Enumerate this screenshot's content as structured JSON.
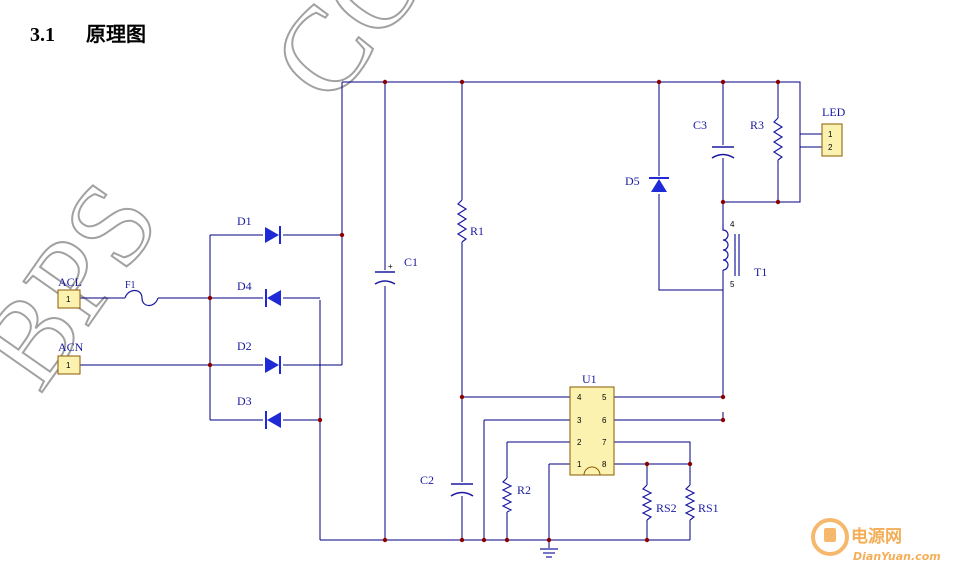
{
  "heading": {
    "number": "3.1",
    "title": "原理图"
  },
  "watermark": {
    "text1": "BPS",
    "text2": "CO"
  },
  "components": {
    "acl": "ACL",
    "acn": "ACN",
    "f1": "F1",
    "d1": "D1",
    "d2": "D2",
    "d3": "D3",
    "d4": "D4",
    "d5": "D5",
    "c1": "C1",
    "c2": "C2",
    "c3": "C3",
    "r1": "R1",
    "r2": "R2",
    "r3": "R3",
    "rs1": "RS1",
    "rs2": "RS2",
    "t1": "T1",
    "u1": "U1",
    "led": "LED"
  },
  "pins": {
    "connector": "1",
    "led": [
      "1",
      "2"
    ],
    "u1_left": [
      "4",
      "3",
      "2",
      "1"
    ],
    "u1_right": [
      "5",
      "6",
      "7",
      "8"
    ],
    "t1": [
      "4",
      "5"
    ],
    "c1_polarity": "+"
  },
  "logo": {
    "cn": "电源网",
    "url": "DianYuan.com"
  },
  "colors": {
    "wire": "#000080",
    "component": "#1a1aa0",
    "diode": "#1f2ad6",
    "junction": "#8b0000",
    "connector_fill": "#fbf2b0",
    "logo": "#f29a2e"
  }
}
